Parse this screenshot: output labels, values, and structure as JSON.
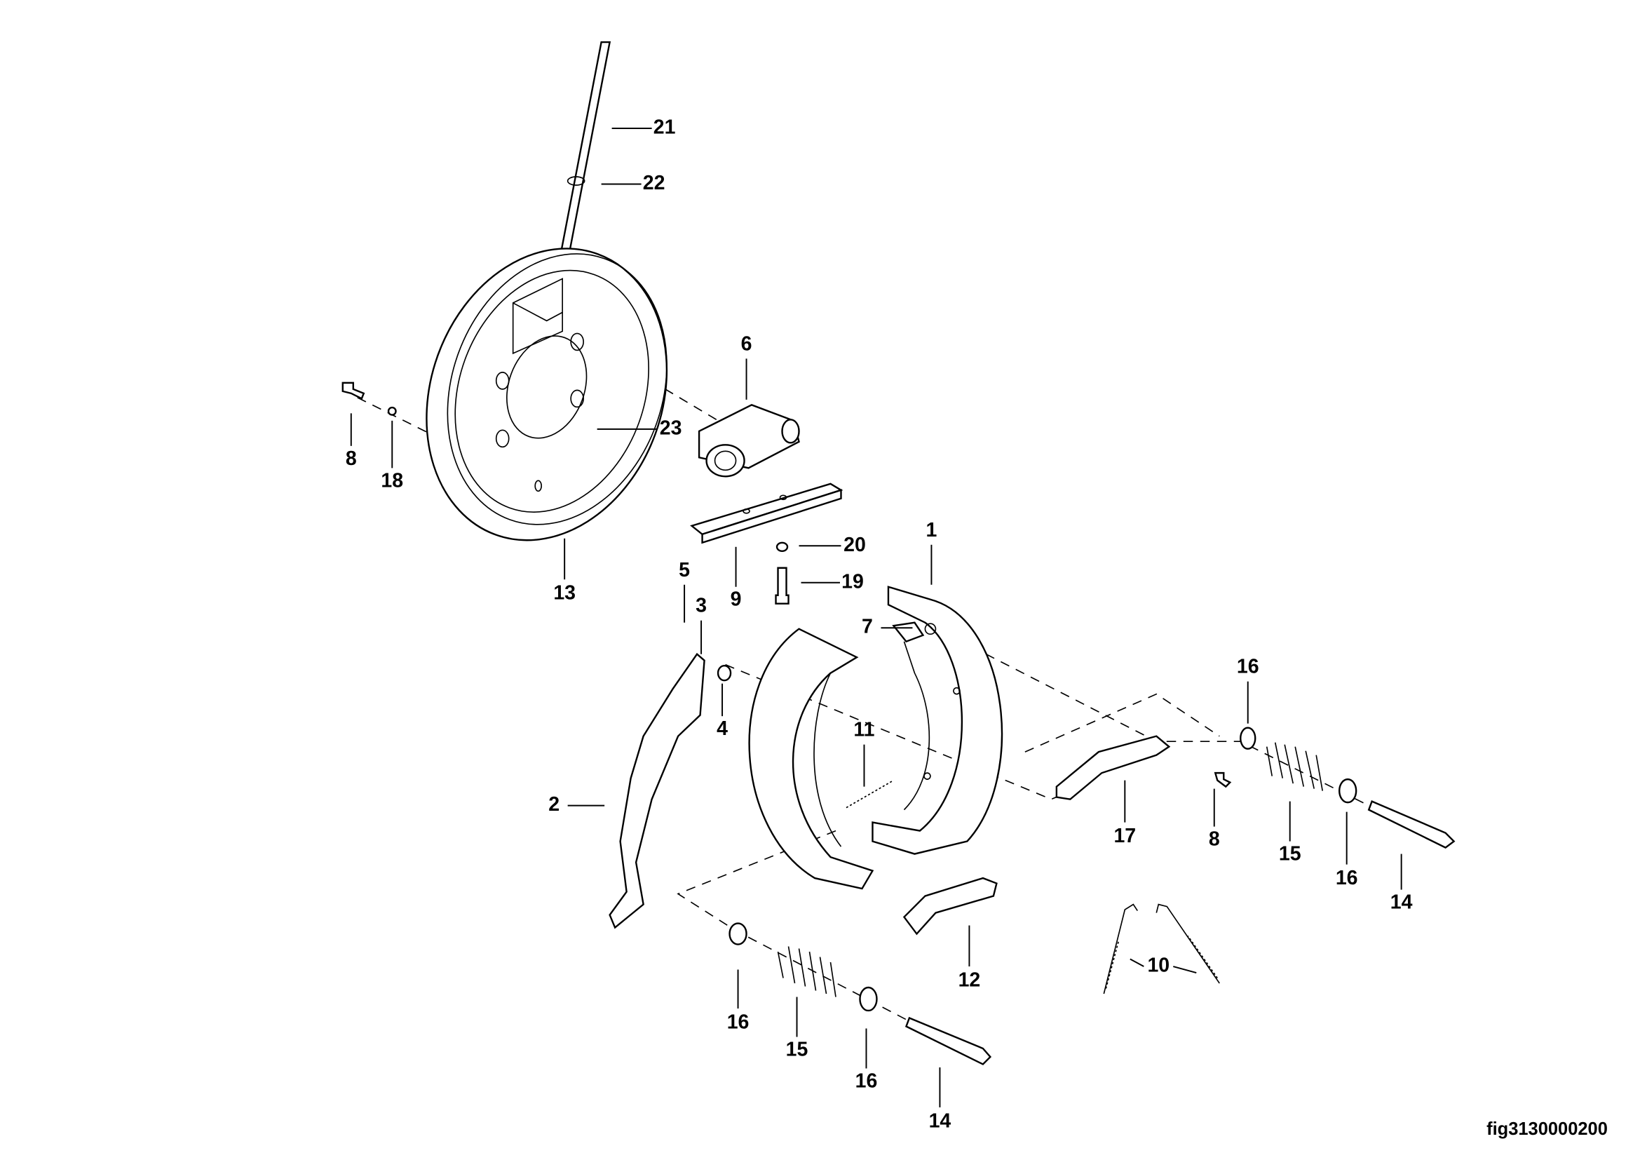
{
  "figure_id": "fig3130000200",
  "callouts": [
    "21",
    "22",
    "6",
    "23",
    "8",
    "18",
    "13",
    "20",
    "1",
    "9",
    "19",
    "5",
    "3",
    "7",
    "16",
    "4",
    "11",
    "2",
    "17",
    "8",
    "15",
    "16",
    "14",
    "12",
    "10",
    "16",
    "15",
    "16",
    "14"
  ]
}
